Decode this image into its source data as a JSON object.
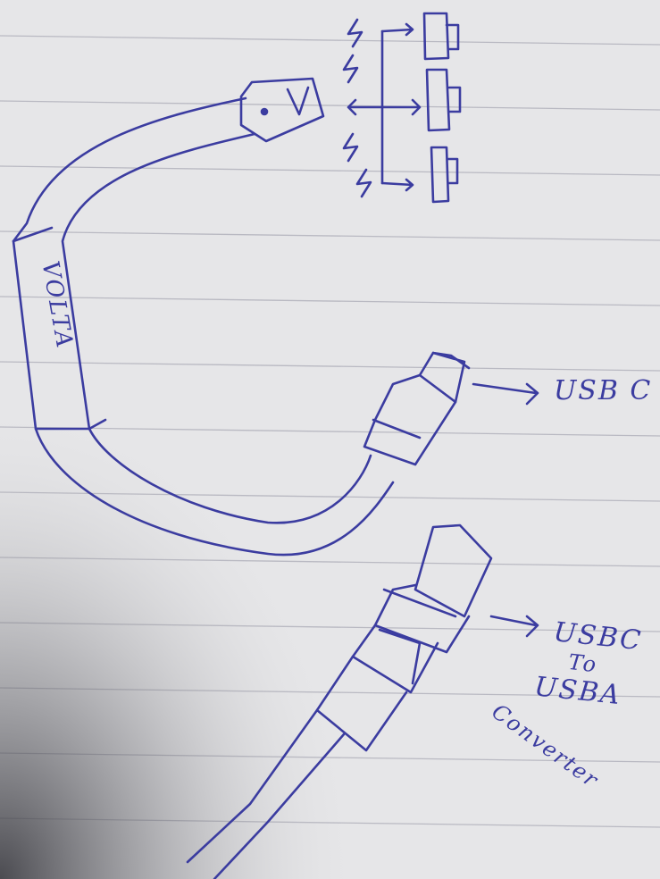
{
  "sketch": {
    "brand_text": "VOLTA",
    "usb_c_label": "USB C",
    "converter_label_lines": [
      "USBC",
      "To",
      "USBA",
      "Converter"
    ],
    "ink_color": "#3b3ca0",
    "paper_color": "#e6e6e8",
    "rule_color": "#b9b9c2"
  }
}
